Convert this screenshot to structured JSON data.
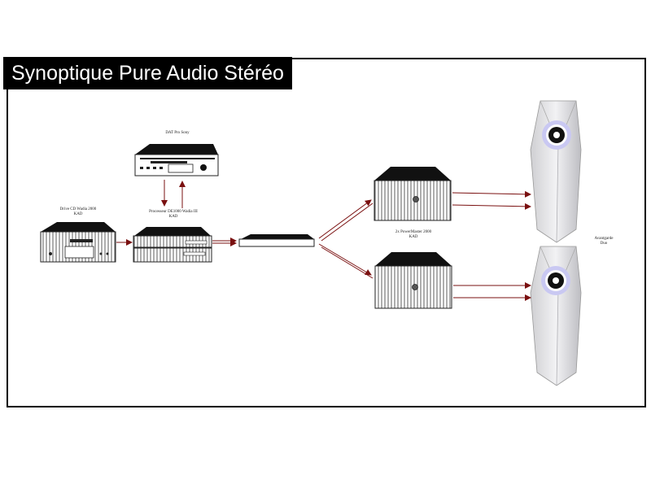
{
  "title": "Synoptique Pure Audio Stéréo",
  "labels": {
    "dat": "DAT Pro Sony",
    "drive_line1": "Drive CD Wadia 2000",
    "drive_line2": "KAD",
    "processor_line1": "Processeur DE1000 Wadia III",
    "processor_line2": "KAD",
    "amp_line1": "2x PowerMaster 2000",
    "amp_line2": "KAD",
    "speaker_line1": "Avantgarde",
    "speaker_line2": "Duo"
  },
  "colors": {
    "arrow": "#7a1010",
    "frame": "#000000"
  }
}
